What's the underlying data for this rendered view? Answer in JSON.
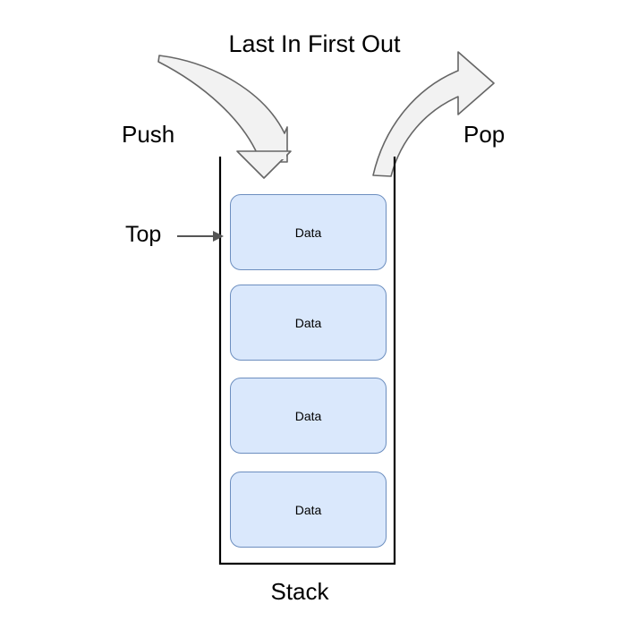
{
  "diagram": {
    "title": "Last In First Out",
    "container_label": "Stack",
    "pointer_label": "Top",
    "push_label": "Push",
    "pop_label": "Pop",
    "stack_items": [
      {
        "label": "Data"
      },
      {
        "label": "Data"
      },
      {
        "label": "Data"
      },
      {
        "label": "Data"
      }
    ],
    "colors": {
      "box_fill": "#dae8fc",
      "box_stroke": "#6c8ebf",
      "arrow_fill": "#f2f2f2",
      "arrow_stroke": "#666666",
      "container_stroke": "#000000",
      "pointer_arrow": "#555555",
      "background": "#ffffff",
      "text": "#000000"
    },
    "icons": {
      "push_arrow": "curved-down-arrow-icon",
      "pop_arrow": "curved-up-right-arrow-icon",
      "top_pointer": "right-arrow-icon"
    }
  }
}
